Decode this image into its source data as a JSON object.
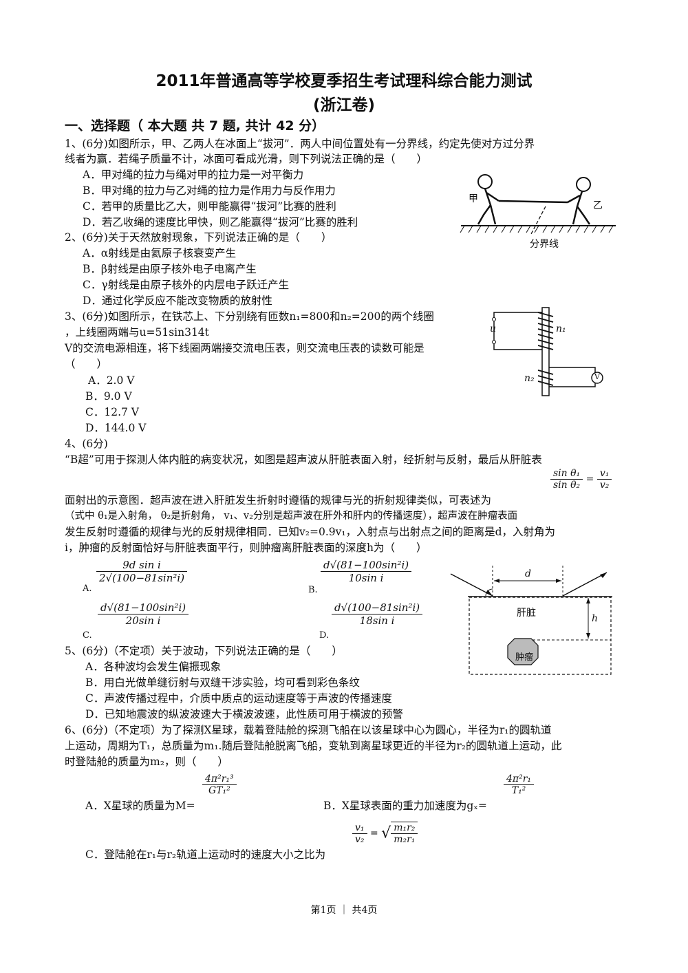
{
  "document": {
    "title_line1": "2011年普通高等学校夏季招生考试理科综合能力测试",
    "title_line2": "(浙江卷)",
    "section_heading": "一、选择题（ 本大题 共 7 题, 共计 42 分）",
    "footer": "第1页 ｜ 共4页"
  },
  "q1": {
    "stem_line1": "1、(6分)如图所示，甲、乙两人在冰面上“拔河”．两人中间位置处有一分界线，约定先使对方过分界",
    "stem_line2": "线者为赢．若绳子质量不计，冰面可看成光滑，则下列说法正确的是（　　）",
    "options": [
      "A．甲对绳的拉力与绳对甲的拉力是一对平衡力",
      "B．甲对绳的拉力与乙对绳的拉力是作用力与反作用力",
      "C．若甲的质量比乙大，则甲能赢得“拔河”比赛的胜利",
      "D．若乙收绳的速度比甲快，则乙能赢得“拔河”比赛的胜利"
    ],
    "fig_label_jia": "甲",
    "fig_label_yi": "乙",
    "fig_label_line": "分界线"
  },
  "q2": {
    "stem": "2、(6分)关于天然放射现象，下列说法正确的是（　　）",
    "options": [
      "A．α射线是由氦原子核衰变产生",
      "B．β射线是由原子核外电子电离产生",
      "C．γ射线是由原子核外的内层电子跃迁产生",
      "D．通过化学反应不能改变物质的放射性"
    ]
  },
  "q3": {
    "stem_line1": "3、(6分)如图所示，在铁芯上、下分别绕有匝数n₁=800和n₂=200的两个线圈",
    "stem_line2": "，上线圈两端与u=51sin314t",
    "stem_line3": "V的交流电源相连，将下线圈两端接交流电压表，则交流电压表的读数可能是",
    "stem_line4": "（　　）",
    "options": [
      "A．2.0 V",
      "B．9.0 V",
      "C．12.7 V",
      "D．144.0 V"
    ],
    "fig_u": "u",
    "fig_n1": "n₁",
    "fig_n2": "n₂",
    "fig_v": "V"
  },
  "q4": {
    "header": "4、(6分)",
    "line1": "“B超”可用于探测人体内脏的病变状况，如图是超声波从肝脏表面入射，经折射与反射，最后从肝脏表",
    "line2": "面射出的示意图．超声波在进入肝脏发生折射时遵循的规律与光的折射规律类似，可表述为",
    "formula_num_l": "sin θ₁",
    "formula_den_l": "sin θ₂",
    "formula_eq": "=",
    "formula_num_r": "v₁",
    "formula_den_r": "v₂",
    "line3": "（式中 θ₁是入射角， θ₂是折射角， v₁、v₂分别是超声波在肝外和肝内的传播速度），超声波在肿瘤表面",
    "line4": "发生反射时遵循的规律与光的反射规律相同．已知v₂=0.9v₁，入射点与出射点之间的距离是d，入射角为",
    "line5": "i，肿瘤的反射面恰好与肝脏表面平行，则肿瘤离肝脏表面的深度h为（　　）",
    "optA_label": "A.",
    "optA_num": "9d sin i",
    "optA_den": "2√(100−81sin²i)",
    "optB_label": "B.",
    "optB_num": "d√(81−100sin²i)",
    "optB_den": "10sin i",
    "optC_label": "C.",
    "optC_num": "d√(81−100sin²i)",
    "optC_den": "20sin i",
    "optD_label": "D.",
    "optD_num": "d√(100−81sin²i)",
    "optD_den": "18sin i",
    "fig_d": "d",
    "fig_h": "h",
    "fig_liver": "肝脏",
    "fig_tumor": "肿瘤"
  },
  "q5": {
    "stem": "5、(6分)（不定项）关于波动，下列说法正确的是（　　）",
    "options": [
      "A．各种波均会发生偏振现象",
      "B．用白光做单缝衍射与双缝干涉实验，均可看到彩色条纹",
      "C．声波传播过程中，介质中质点的运动速度等于声波的传播速度",
      "D．已知地震波的纵波波速大于横波波速，此性质可用于横波的预警"
    ]
  },
  "q6": {
    "line1": "6、(6分)（不定项）为了探测X星球，载着登陆舱的探测飞船在以该星球中心为圆心，半径为r₁的圆轨道",
    "line2": "上运动，周期为T₁，总质量为m₁.随后登陆舱脱离飞船，变轨到离星球更近的半径为r₂的圆轨道上运动，此",
    "line3": "时登陆舱的质量为m₂，则（　　）",
    "optA_text": "A．X星球的质量为M=",
    "optA_num": "4π²r₁³",
    "optA_den": "GT₁²",
    "optB_text": "B．X星球表面的重力加速度为gₓ=",
    "optB_num": "4π²r₁",
    "optB_den": "T₁²",
    "optC_text": "C．登陆舱在r₁与r₂轨道上运动时的速度大小之比为",
    "optC_num_l": "v₁",
    "optC_den_l": "v₂",
    "optC_eq": "=",
    "optC_num_r": "m₁r₂",
    "optC_den_r": "m₂r₁"
  }
}
